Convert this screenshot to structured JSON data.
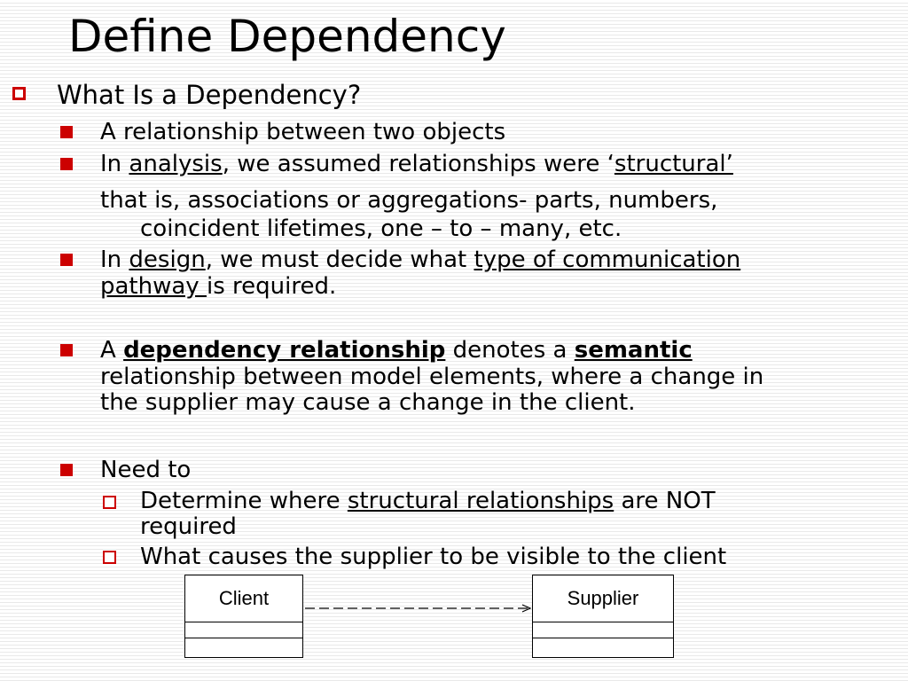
{
  "title": "Define Dependency",
  "l1": "What Is a Dependency?",
  "l2": "A relationship between two objects",
  "l3": {
    "pre": "In ",
    "u1": "analysis",
    "mid": ", we assumed relationships were ‘",
    "u2": "structural’"
  },
  "l4": {
    "line1": "that is, associations or aggregations- parts, numbers,",
    "line2": "coincident lifetimes, one – to – many, etc."
  },
  "l5": {
    "pre": "In ",
    "u1": "design",
    "mid": ", we must decide what ",
    "u2": "type of communication",
    "u3": "pathway ",
    "post": "is required."
  },
  "l6": {
    "pre": "A ",
    "b1": "dependency relationship",
    "mid": " denotes a ",
    "b2": "semantic",
    "line2": "relationship between model elements, where a change in",
    "line3": "the supplier may cause a change in the client."
  },
  "l7": "Need to",
  "l8": {
    "pre": "Determine where ",
    "u1": "structural relationships",
    "post": " are NOT",
    "line2": "required"
  },
  "l9": "What causes the supplier to be visible to the client",
  "diagram": {
    "client": "Client",
    "supplier": "Supplier"
  },
  "colors": {
    "bullet": "#cc0000",
    "background_stripe": "#e9e9e9"
  }
}
